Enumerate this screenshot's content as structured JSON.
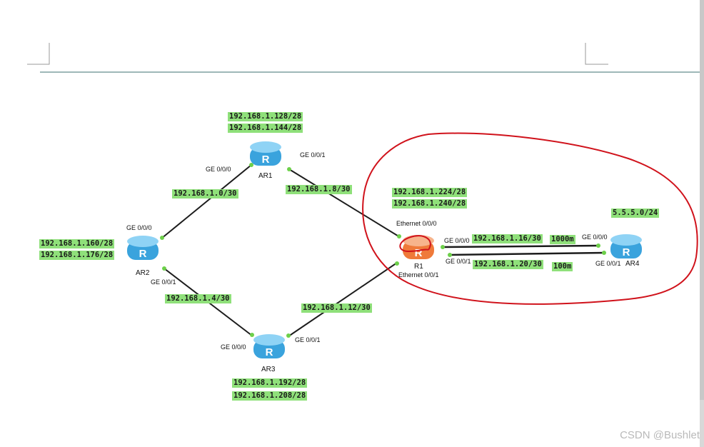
{
  "routers": {
    "ar1": {
      "name": "AR1",
      "glyph": "R"
    },
    "ar2": {
      "name": "AR2",
      "glyph": "R"
    },
    "ar3": {
      "name": "AR3",
      "glyph": "R"
    },
    "r1": {
      "name": "R1",
      "glyph": "R"
    },
    "ar4": {
      "name": "AR4",
      "glyph": "R"
    }
  },
  "interfaces": {
    "ar1_ge000": "GE 0/0/0",
    "ar1_ge001": "GE 0/0/1",
    "ar2_ge000": "GE 0/0/0",
    "ar2_ge001": "GE 0/0/1",
    "ar3_ge000": "GE 0/0/0",
    "ar3_ge001": "GE 0/0/1",
    "r1_eth000": "Ethernet 0/0/0",
    "r1_eth001": "Ethernet 0/0/1",
    "r1_ge000": "GE 0/0/0",
    "r1_ge001": "GE 0/0/1",
    "ar4_ge000": "GE 0/0/0",
    "ar4_ge001": "GE 0/0/1"
  },
  "networks": {
    "ar1_lan1": "192.168.1.128/28",
    "ar1_lan2": "192.168.1.144/28",
    "ar2_lan1": "192.168.1.160/28",
    "ar2_lan2": "192.168.1.176/28",
    "ar3_lan1": "192.168.1.192/28",
    "ar3_lan2": "192.168.1.208/28",
    "r1_lan1": "192.168.1.224/28",
    "r1_lan2": "192.168.1.240/28",
    "ar4_lan": "5.5.5.0/24",
    "link_ar1_ar2": "192.168.1.0/30",
    "link_ar1_r1": "192.168.1.8/30",
    "link_ar2_ar3": "192.168.1.4/30",
    "link_ar3_r1": "192.168.1.12/30",
    "link_r1_ar4_a": "192.168.1.16/30",
    "link_r1_ar4_b": "192.168.1.20/30"
  },
  "bandwidth": {
    "link_a": "1000m",
    "link_b": "100m"
  },
  "colors": {
    "router": "#4fb3e8",
    "router_highlight": "#f08a4b",
    "link_dot": "#6dd04a",
    "annotation": "#d0121b",
    "label_bg": "#8fe07a"
  },
  "watermark": "CSDN @Bushlet"
}
